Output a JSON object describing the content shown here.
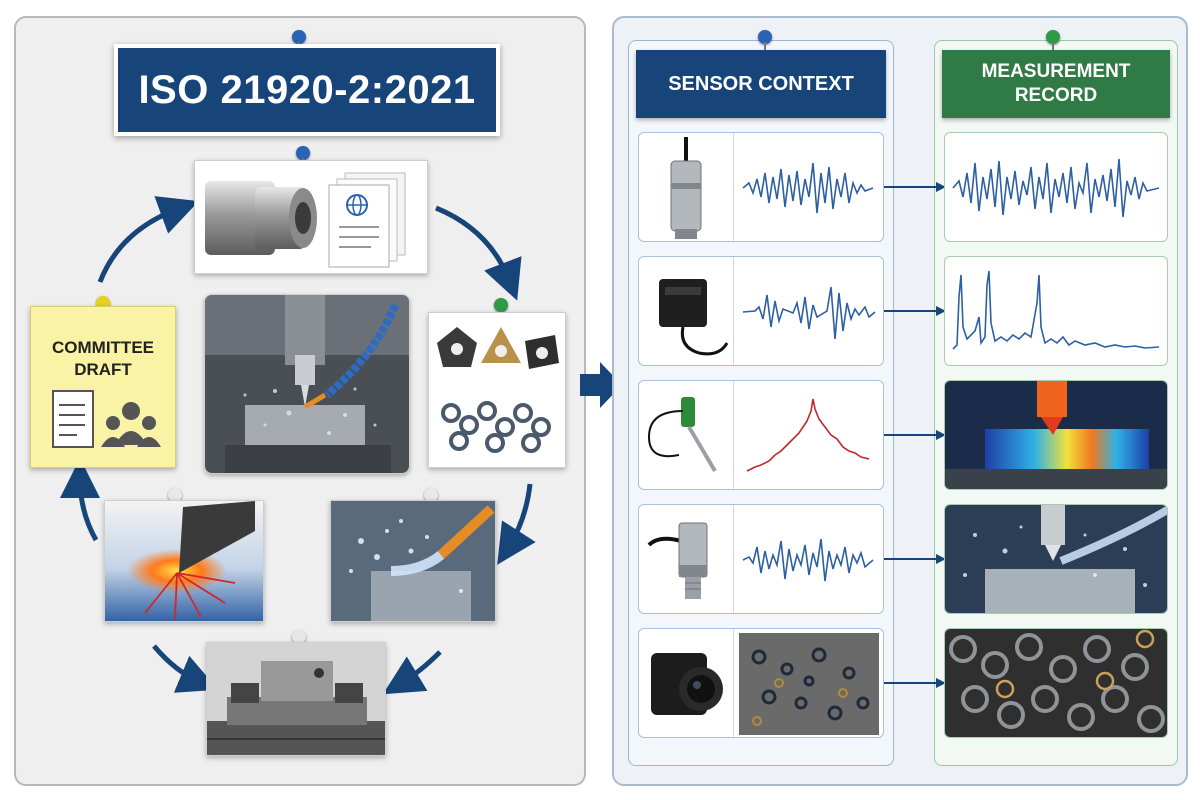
{
  "title": "ISO 21920-2:2021",
  "sticky_note": {
    "line1": "COMMITTEE",
    "line2": "DRAFT"
  },
  "columns": {
    "sensor_header": "SENSOR CONTEXT",
    "measurement_header_line1": "MEASUREMENT",
    "measurement_header_line2": "RECORD"
  },
  "colors": {
    "navy": "#17457a",
    "green": "#2f7a45",
    "signal_blue": "#2d5fa3",
    "signal_red": "#c0282a",
    "sticky_yellow": "#faf3a6"
  },
  "sensor_rows": [
    {
      "sensor_icon": "accelerometer-icon",
      "signal": "vibration-waveform",
      "record": "vibration-waveform"
    },
    {
      "sensor_icon": "acoustic-emission-sensor-icon",
      "signal": "burst-waveform",
      "record": "frequency-spectrum"
    },
    {
      "sensor_icon": "thermocouple-icon",
      "signal": "temperature-peak-curve",
      "record": "thermal-image"
    },
    {
      "sensor_icon": "pressure-sensor-icon",
      "signal": "pressure-waveform",
      "record": "coolant-machining-photo"
    },
    {
      "sensor_icon": "camera-icon",
      "signal": "chip-photo",
      "record": "chip-closeup-photo"
    }
  ]
}
